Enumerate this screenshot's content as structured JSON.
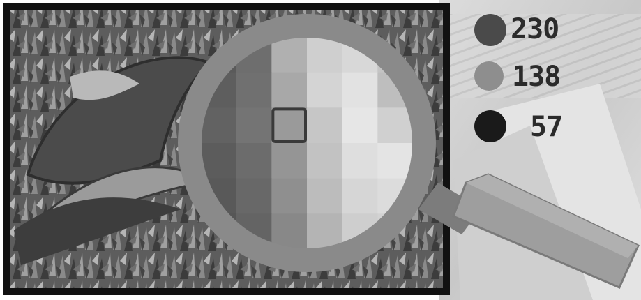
{
  "legend": {
    "items": [
      {
        "value": "230",
        "color": "#4a4a4a",
        "icon": "dark-gray-dot"
      },
      {
        "value": "138",
        "color": "#8e8e8e",
        "icon": "light-gray-dot"
      },
      {
        "value": "57",
        "color": "#1a1a1a",
        "icon": "black-dot"
      }
    ]
  },
  "colors": {
    "photo_frame": "#111111",
    "magnifier": "#8a8a8a",
    "selected_pixel_border": "#3a3a3a"
  },
  "pixel_grid": {
    "rows": 6,
    "cols": 6,
    "shades": [
      [
        "#5a5a5a",
        "#6e6e6e",
        "#b0b0b0",
        "#cfcfcf",
        "#d8d8d8",
        "#c4c4c4"
      ],
      [
        "#5e5e5e",
        "#707070",
        "#a8a8a8",
        "#d4d4d4",
        "#e2e2e2",
        "#bebebe"
      ],
      [
        "#626262",
        "#747474",
        "#9a9a9a",
        "#c6c6c6",
        "#e6e6e6",
        "#d0d0d0"
      ],
      [
        "#5c5c5c",
        "#6c6c6c",
        "#959595",
        "#c2c2c2",
        "#dedede",
        "#e4e4e4"
      ],
      [
        "#595959",
        "#686868",
        "#8f8f8f",
        "#bcbcbc",
        "#d6d6d6",
        "#dcdcdc"
      ],
      [
        "#565656",
        "#646464",
        "#888888",
        "#b4b4b4",
        "#cecece",
        "#d2d2d2"
      ]
    ],
    "selected_row": 2,
    "selected_col": 2
  }
}
